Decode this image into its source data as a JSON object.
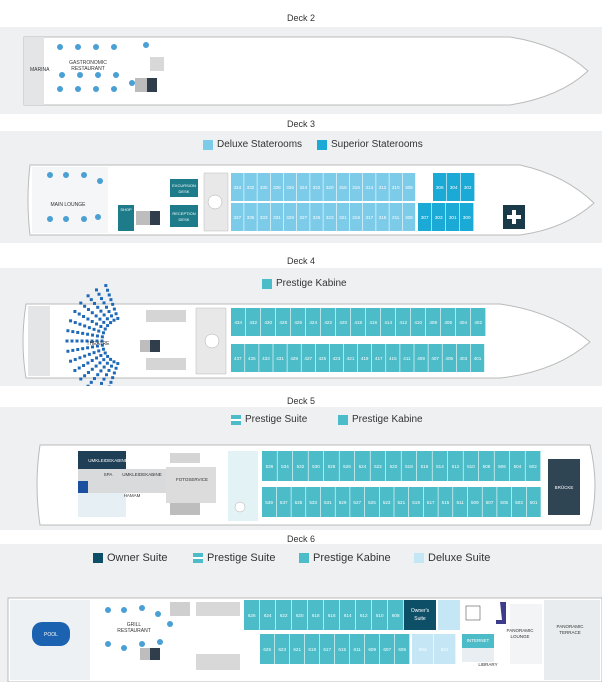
{
  "deck2": {
    "title": "Deck 2",
    "labels": {
      "marina": "MARINA",
      "restaurant1": "GASTRONOMIC",
      "restaurant2": "RESTAURANT"
    }
  },
  "deck3": {
    "title": "Deck 3",
    "legend": [
      {
        "label": "Deluxe Staterooms",
        "color": "#7ccbe9"
      },
      {
        "label": "Superior Staterooms",
        "color": "#1ba9d6"
      }
    ],
    "labels": {
      "lounge": "MAIN LOUNGE",
      "shop": "SHOP",
      "excursion1": "EXCURSION",
      "excursion2": "DESK",
      "reception1": "RECEPTION",
      "reception2": "DESK"
    },
    "top_deluxe": [
      "334",
      "332",
      "330",
      "328",
      "326",
      "324",
      "322",
      "320",
      "318",
      "316",
      "314",
      "312",
      "310",
      "308"
    ],
    "top_superior": [
      "306",
      "304",
      "302"
    ],
    "bottom_deluxe": [
      "337",
      "335",
      "333",
      "331",
      "329",
      "327",
      "325",
      "323",
      "321",
      "319",
      "317",
      "315",
      "311",
      "309"
    ],
    "bottom_superior": [
      "307",
      "303",
      "301",
      "300"
    ]
  },
  "deck4": {
    "title": "Deck 4",
    "legend": [
      {
        "label": "Prestige Kabine",
        "color": "#4cbcc8"
      }
    ],
    "labels": {
      "theatre": "THEATRE"
    },
    "top": [
      "434",
      "432",
      "430",
      "428",
      "426",
      "424",
      "422",
      "420",
      "418",
      "416",
      "414",
      "412",
      "410",
      "408",
      "406",
      "404",
      "402"
    ],
    "bottom": [
      "437",
      "435",
      "433",
      "431",
      "429",
      "427",
      "425",
      "423",
      "421",
      "419",
      "417",
      "415",
      "411",
      "409",
      "407",
      "405",
      "403",
      "401"
    ]
  },
  "deck5": {
    "title": "Deck 5",
    "legend": [
      {
        "label": "Prestige Suite",
        "color": "#4cbcc8"
      },
      {
        "label": "Prestige Kabine",
        "color": "#4cbcc8"
      }
    ],
    "labels": {
      "umkleide1": "UMKLEIDEKABINE",
      "spa": "SPA",
      "umkleide2": "UMKLEIDEKABINE",
      "hamam": "HAMAM",
      "foto": "FOTOSERVICE",
      "bridge": "BRÜCKE"
    },
    "top": [
      "536",
      "534",
      "532",
      "530",
      "528",
      "526",
      "524",
      "522",
      "520",
      "518",
      "516",
      "514",
      "512",
      "510",
      "508",
      "506",
      "504",
      "502"
    ],
    "bottom": [
      "539",
      "537",
      "535",
      "533",
      "531",
      "529",
      "527",
      "525",
      "523",
      "521",
      "519",
      "517",
      "515",
      "511",
      "509",
      "507",
      "505",
      "503",
      "501"
    ]
  },
  "deck6": {
    "title": "Deck 6",
    "legend": [
      {
        "label": "Owner Suite",
        "color": "#0e4f68"
      },
      {
        "label": "Prestige Suite",
        "color": "#4cbcc8"
      },
      {
        "label": "Prestige Kabine",
        "color": "#4cbcc8"
      },
      {
        "label": "Deluxe Suite",
        "color": "#c5e6f5"
      }
    ],
    "labels": {
      "pool": "POOL",
      "grill1": "GRILL",
      "grill2": "RESTAURANT",
      "owners1": "Owner's",
      "owners2": "Suite",
      "internet": "INTERNET",
      "library": "LIBRARY",
      "panoramic1": "PANORAMIC",
      "panoramic2": "LOUNGE",
      "terrace1": "PANORAMIC",
      "terrace2": "TERRACE"
    },
    "top": [
      "626",
      "624",
      "622",
      "620",
      "618",
      "616",
      "614",
      "612",
      "610",
      "608"
    ],
    "top_deluxe": "602",
    "bottom": [
      "625",
      "623",
      "621",
      "619",
      "617",
      "615",
      "611",
      "609",
      "607",
      "605"
    ],
    "bottom_deluxe": [
      "603",
      "601"
    ]
  }
}
